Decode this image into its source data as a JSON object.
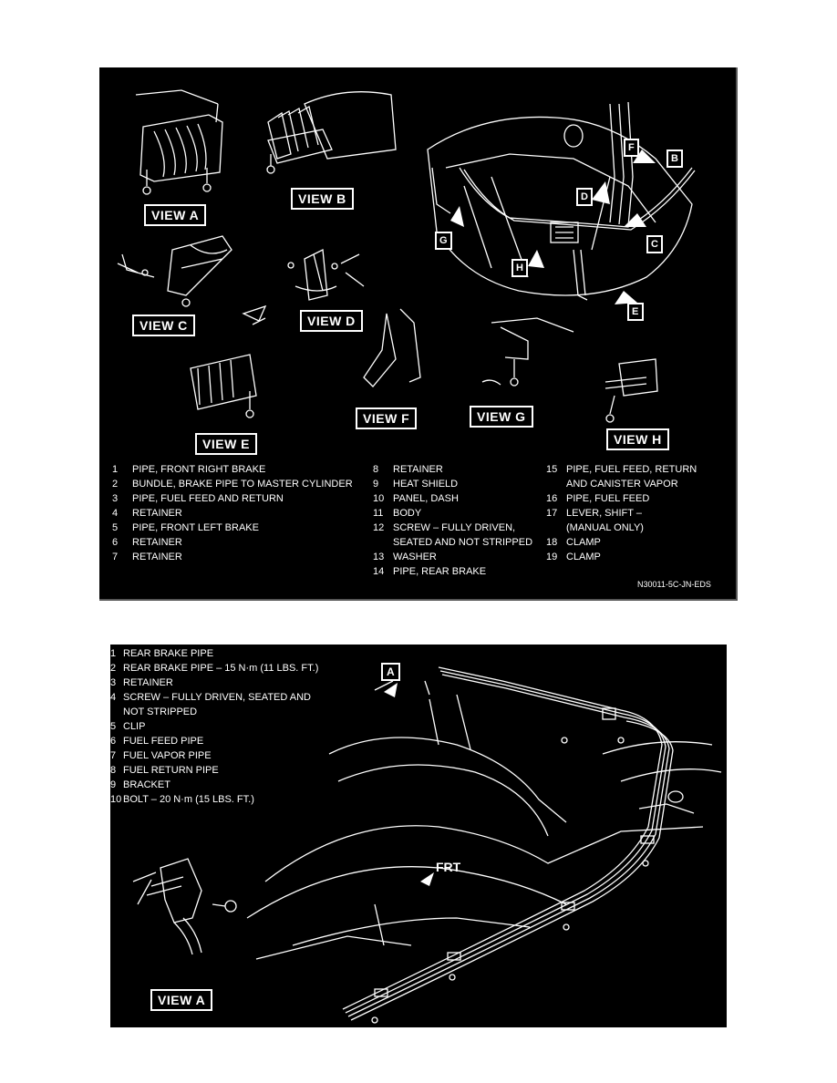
{
  "figure1": {
    "views": {
      "a": "VIEW A",
      "b": "VIEW B",
      "c": "VIEW C",
      "d": "VIEW D",
      "e": "VIEW E",
      "f": "VIEW F",
      "g": "VIEW G",
      "h": "VIEW H"
    },
    "arrows": {
      "b": "B",
      "c": "C",
      "d": "D",
      "e": "E",
      "f": "F",
      "g": "G",
      "h": "H"
    },
    "legend": [
      {
        "num": "1",
        "text": "PIPE, FRONT RIGHT BRAKE"
      },
      {
        "num": "2",
        "text": "BUNDLE, BRAKE PIPE TO MASTER CYLINDER"
      },
      {
        "num": "3",
        "text": "PIPE, FUEL FEED AND RETURN"
      },
      {
        "num": "4",
        "text": "RETAINER"
      },
      {
        "num": "5",
        "text": "PIPE, FRONT LEFT BRAKE"
      },
      {
        "num": "6",
        "text": "RETAINER"
      },
      {
        "num": "7",
        "text": "RETAINER"
      },
      {
        "num": "8",
        "text": "RETAINER"
      },
      {
        "num": "9",
        "text": "HEAT SHIELD"
      },
      {
        "num": "10",
        "text": "PANEL, DASH"
      },
      {
        "num": "11",
        "text": "BODY"
      },
      {
        "num": "12",
        "text": "SCREW – FULLY DRIVEN,"
      },
      {
        "num": "",
        "text": "SEATED AND NOT STRIPPED"
      },
      {
        "num": "13",
        "text": "WASHER"
      },
      {
        "num": "14",
        "text": "PIPE, REAR BRAKE"
      },
      {
        "num": "15",
        "text": "PIPE, FUEL FEED, RETURN"
      },
      {
        "num": "",
        "text": "AND CANISTER VAPOR"
      },
      {
        "num": "16",
        "text": "PIPE, FUEL FEED"
      },
      {
        "num": "17",
        "text": "LEVER, SHIFT –"
      },
      {
        "num": "",
        "text": "(MANUAL ONLY)"
      },
      {
        "num": "18",
        "text": "CLAMP"
      },
      {
        "num": "19",
        "text": "CLAMP"
      }
    ],
    "code": "N30011-5C-JN-EDS"
  },
  "figure2": {
    "legend": [
      {
        "num": "1",
        "text": "REAR BRAKE PIPE"
      },
      {
        "num": "2",
        "text": "REAR BRAKE PIPE – 15 N·m (11 LBS. FT.)"
      },
      {
        "num": "3",
        "text": "RETAINER"
      },
      {
        "num": "4",
        "text": "SCREW – FULLY DRIVEN, SEATED AND"
      },
      {
        "num": "",
        "text": "NOT STRIPPED"
      },
      {
        "num": "5",
        "text": "CLIP"
      },
      {
        "num": "6",
        "text": "FUEL FEED PIPE"
      },
      {
        "num": "7",
        "text": "FUEL VAPOR PIPE"
      },
      {
        "num": "8",
        "text": "FUEL RETURN PIPE"
      },
      {
        "num": "9",
        "text": "BRACKET"
      },
      {
        "num": "10",
        "text": "BOLT – 20 N·m (15 LBS. FT.)"
      }
    ],
    "view": "VIEW A",
    "arrow": "A",
    "frt": "FRT"
  }
}
